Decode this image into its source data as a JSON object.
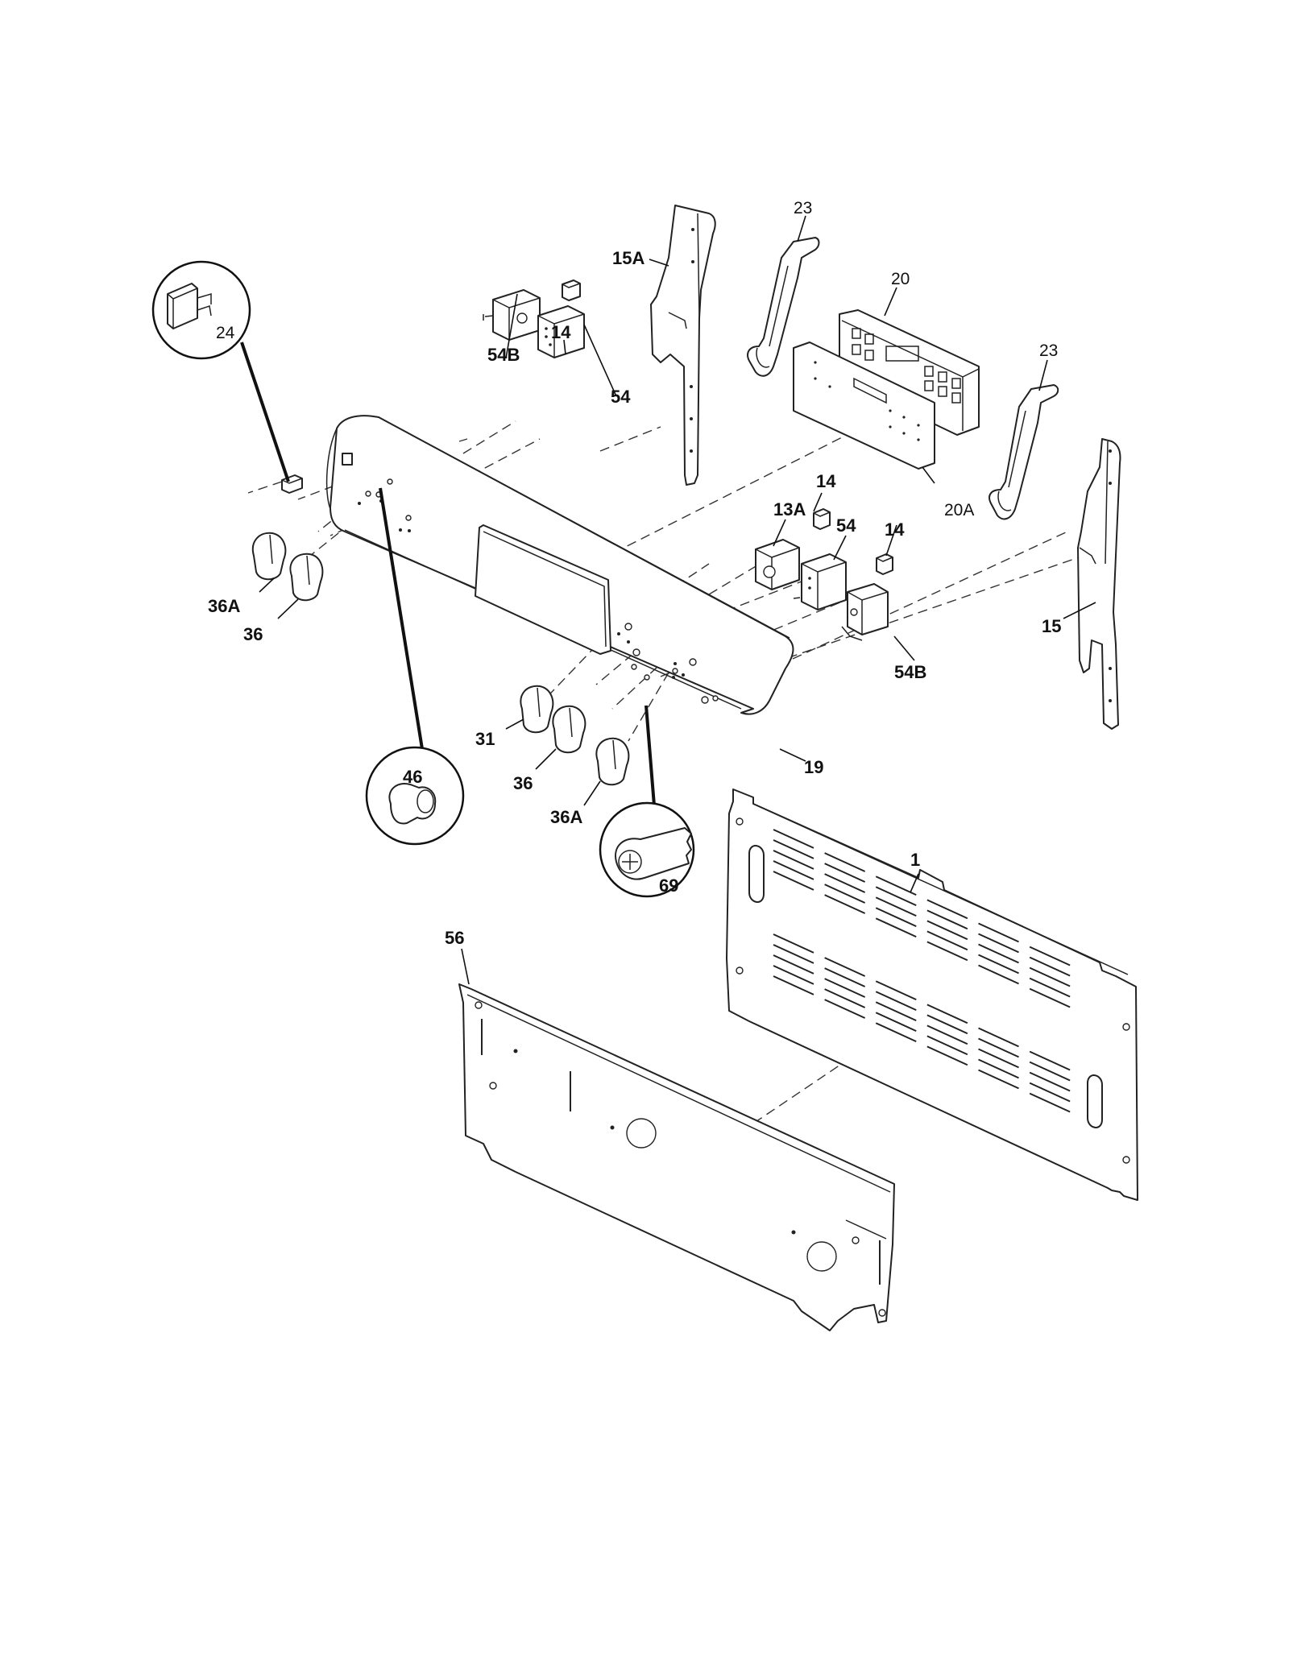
{
  "diagram": {
    "callouts": {
      "c1": "1",
      "c13A": "13A",
      "c14a": "14",
      "c14b": "14",
      "c14c": "14",
      "c15": "15",
      "c15A": "15A",
      "c19": "19",
      "c20": "20",
      "c20A": "20A",
      "c23a": "23",
      "c23b": "23",
      "c24": "24",
      "c31": "31",
      "c36a": "36",
      "c36b": "36",
      "c36Aa": "36A",
      "c36Ab": "36A",
      "c46": "46",
      "c54a": "54",
      "c54b": "54",
      "c54Ba": "54B",
      "c54Bb": "54B",
      "c56": "56",
      "c69": "69"
    }
  }
}
